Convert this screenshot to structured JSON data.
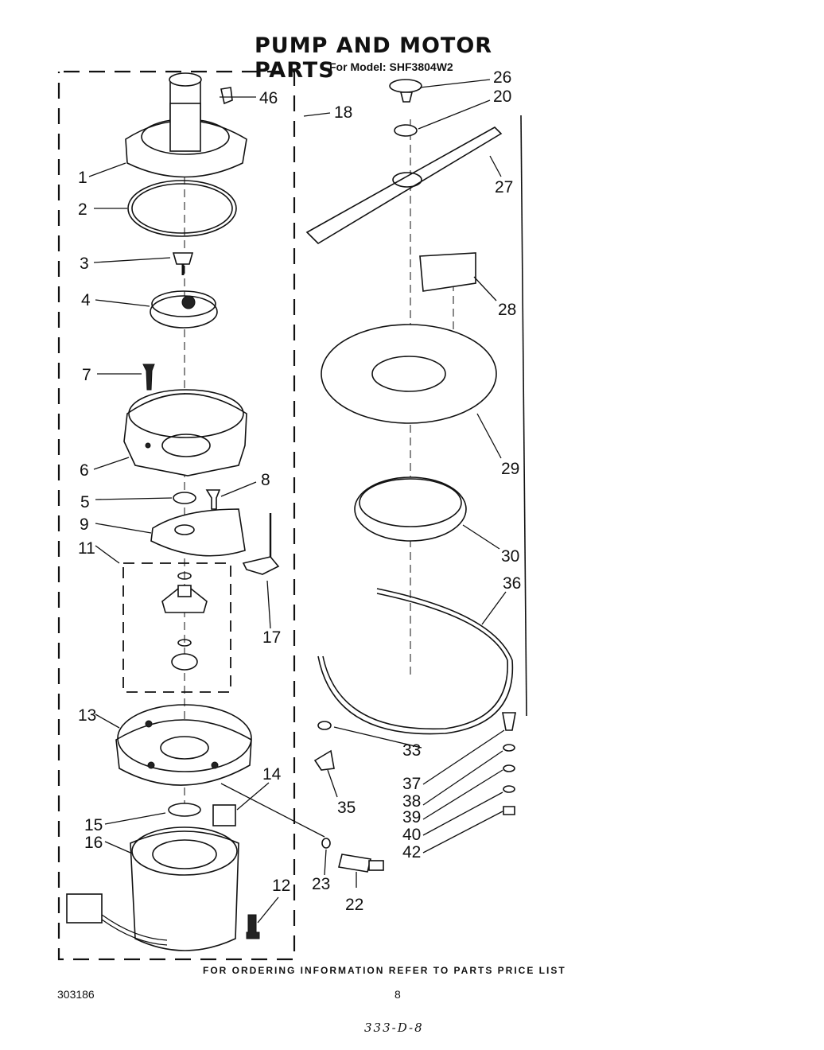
{
  "header": {
    "title": "PUMP AND MOTOR PARTS",
    "model_label": "For Model:",
    "model_number": "SHF3804W2"
  },
  "footer": {
    "ordering_note": "FOR ORDERING INFORMATION REFER TO PARTS PRICE LIST",
    "doc_number": "303186",
    "page_number": "8",
    "handwritten_code": "333-D-8"
  },
  "callouts": [
    "1",
    "2",
    "3",
    "4",
    "5",
    "6",
    "7",
    "8",
    "9",
    "11",
    "12",
    "13",
    "14",
    "15",
    "16",
    "17",
    "18",
    "20",
    "22",
    "23",
    "26",
    "27",
    "28",
    "29",
    "30",
    "33",
    "35",
    "36",
    "37",
    "38",
    "39",
    "40",
    "42",
    "46"
  ]
}
